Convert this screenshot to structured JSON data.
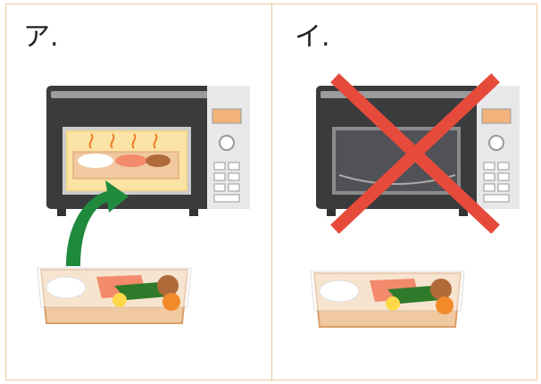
{
  "panels": [
    {
      "label": "ア.",
      "state": "allowed"
    },
    {
      "label": "イ.",
      "state": "not-allowed"
    }
  ],
  "colors": {
    "border": "#f0c79c",
    "arrow": "#1f8a3c",
    "cross": "#e64a3b",
    "oven_body": "#3a3b3d",
    "tray": "#f0c9a0"
  }
}
